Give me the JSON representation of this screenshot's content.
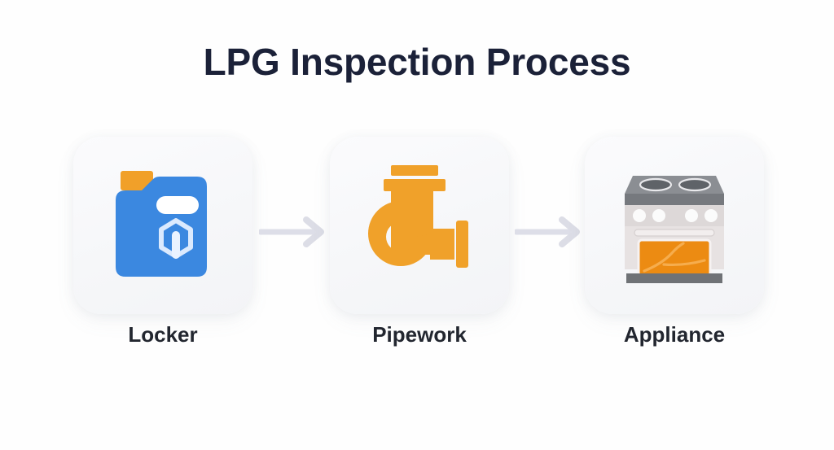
{
  "page": {
    "title": "LPG Inspection Process",
    "background_color": "#fefefe",
    "title_color": "#1b2138"
  },
  "flow": {
    "arrow_color": "#dcdde6",
    "steps": [
      {
        "label": "Locker",
        "icon": "jerry-can-icon",
        "icon_colors": {
          "body": "#3b88e0",
          "cap": "#f1a029",
          "handle": "#ffffff",
          "emblem": "#dbeafe"
        },
        "card_color": "#f6f7f9"
      },
      {
        "label": "Pipework",
        "icon": "p-trap-pipe-icon",
        "icon_colors": {
          "pipe": "#f0a12a"
        },
        "card_color": "#f6f7f9"
      },
      {
        "label": "Appliance",
        "icon": "oven-stove-icon",
        "icon_colors": {
          "cooktop": "#6f7276",
          "body": "#e7e2e2",
          "window": "#ec8b12",
          "knobs": "#fafafa",
          "plinth": "#6f7276"
        },
        "card_color": "#f6f7f9"
      }
    ],
    "arrows": [
      {
        "name": "arrow-locker-to-pipework",
        "direction": "right"
      },
      {
        "name": "arrow-pipework-to-appliance",
        "direction": "right"
      }
    ]
  }
}
